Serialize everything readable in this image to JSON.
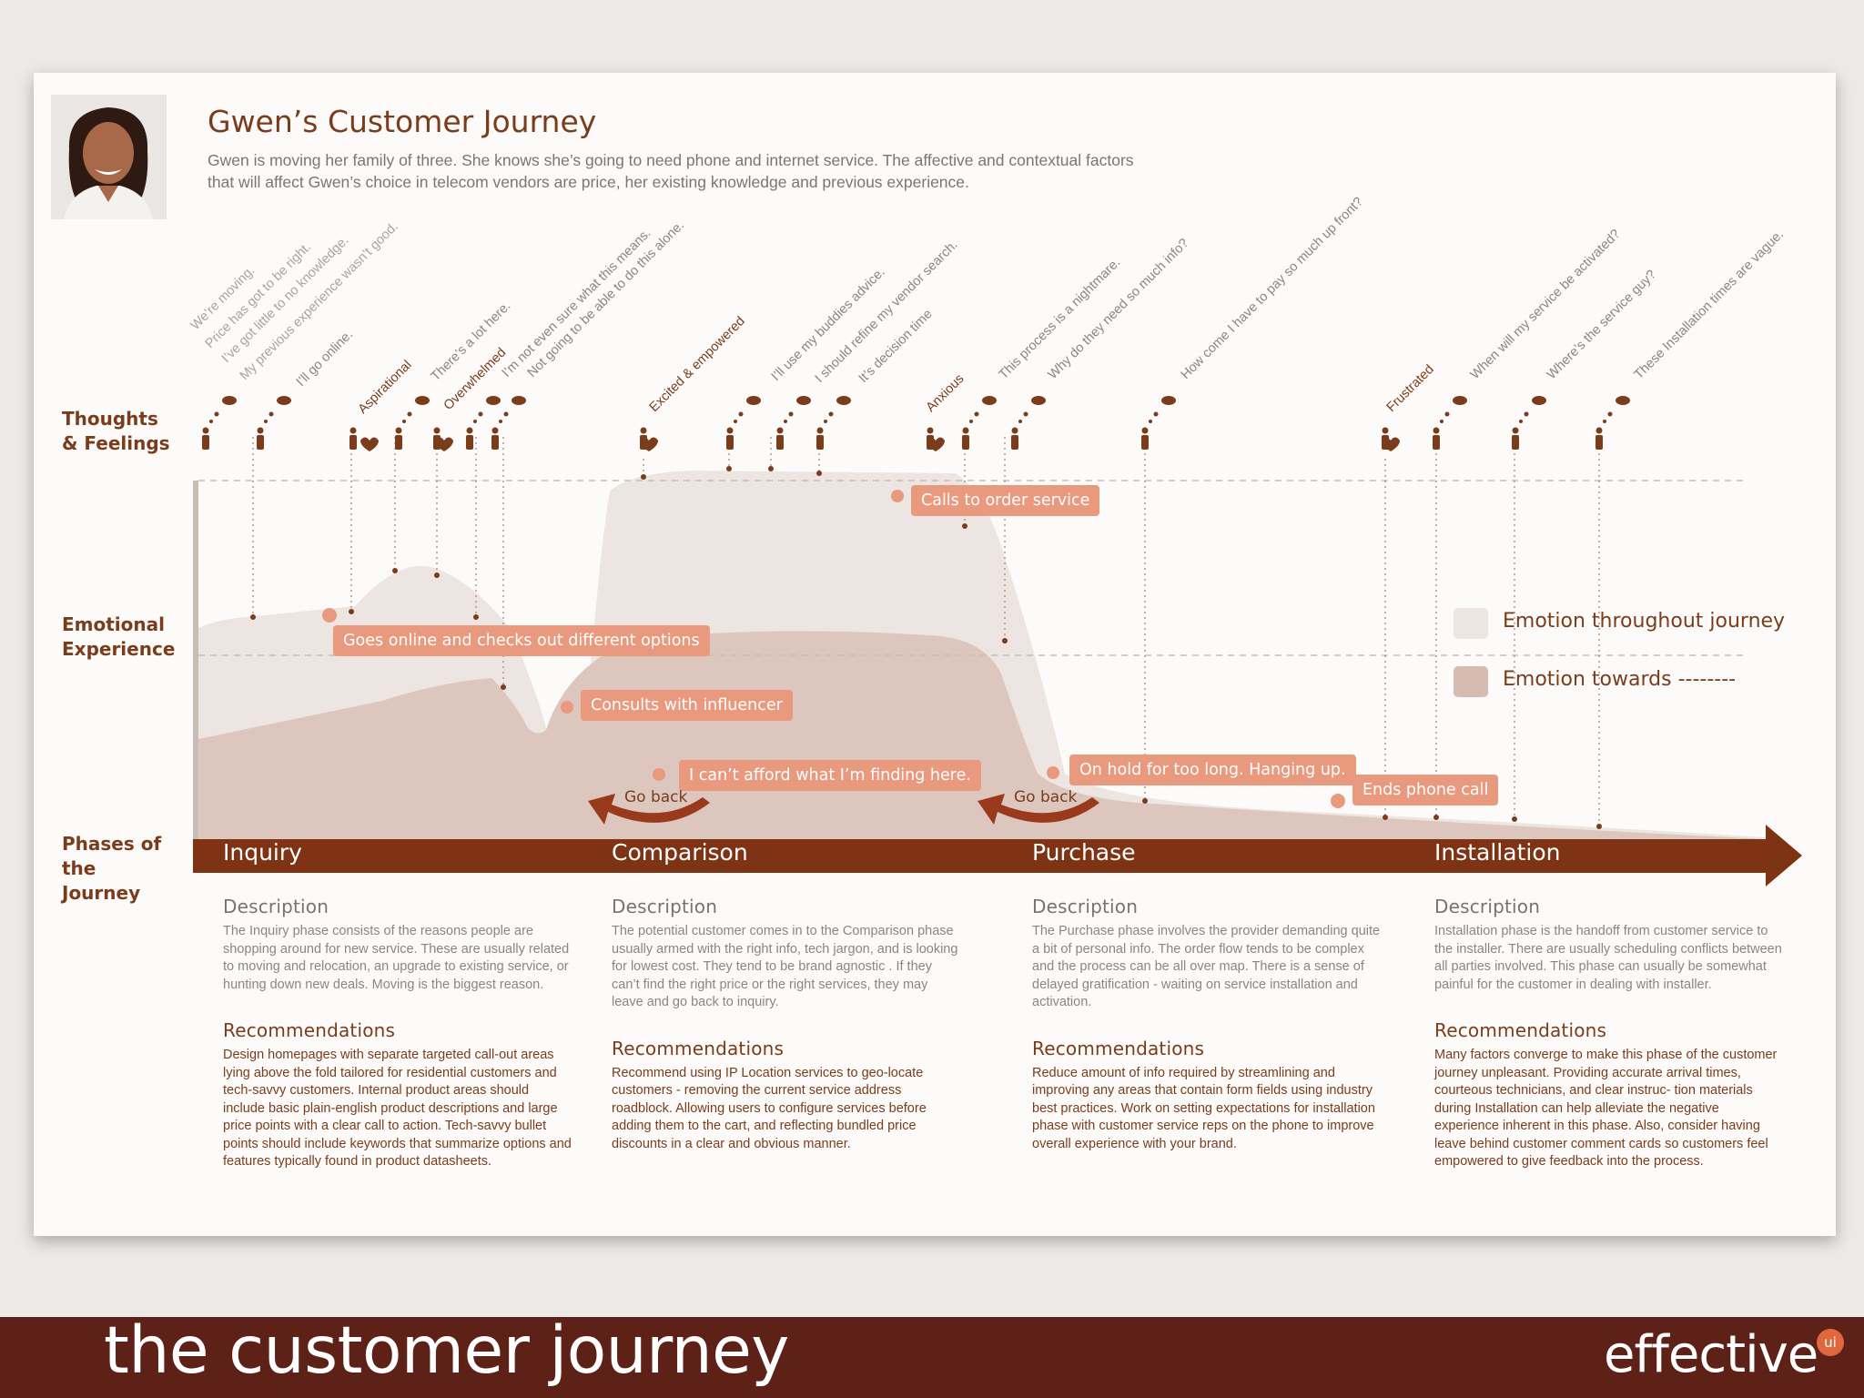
{
  "header": {
    "title": "Gwen’s Customer Journey",
    "subtitle": "Gwen is moving her family of three. She knows she’s going to need phone and internet service. The affective and contextual factors that will affect Gwen’s choice in telecom vendors are price, her existing knowledge and previous experience."
  },
  "row_labels": {
    "thoughts": "Thoughts & Feelings",
    "emotional": "Emotional Experience",
    "phases": "Phases of the Journey"
  },
  "thoughts": [
    {
      "text": "We’re moving.",
      "kind": "dim"
    },
    {
      "text": "Price has got to be right.",
      "kind": "dim"
    },
    {
      "text": "I’ve got little to no knowledge.",
      "kind": "dim"
    },
    {
      "text": "My previous experience wasn’t good.",
      "kind": "dim"
    },
    {
      "text": "I’ll go online.",
      "kind": "thought"
    },
    {
      "text": "Aspirational",
      "kind": "feel"
    },
    {
      "text": "There’s a lot here.",
      "kind": "thought"
    },
    {
      "text": "Overwhelmed",
      "kind": "feel"
    },
    {
      "text": "I’m not even sure what this means.",
      "kind": "thought"
    },
    {
      "text": "Not going to be able to do this alone.",
      "kind": "thought"
    },
    {
      "text": "Excited & empowered",
      "kind": "feel"
    },
    {
      "text": "I’ll use my buddies advice.",
      "kind": "thought"
    },
    {
      "text": "I should refine my vendor search.",
      "kind": "thought"
    },
    {
      "text": "It’s decision time",
      "kind": "thought"
    },
    {
      "text": "Anxious",
      "kind": "feel"
    },
    {
      "text": "This process is a nightmare.",
      "kind": "thought"
    },
    {
      "text": "Why do they need so much info?",
      "kind": "thought"
    },
    {
      "text": "How come I have to pay so much up front?",
      "kind": "thought"
    },
    {
      "text": "Frustrated",
      "kind": "feel"
    },
    {
      "text": "When will my service be activated?",
      "kind": "thought"
    },
    {
      "text": "Where’s the service guy?",
      "kind": "thought"
    },
    {
      "text": "These Installation times are vague.",
      "kind": "thought"
    }
  ],
  "callouts": [
    "Goes online and checks out different options",
    "Consults with influencer",
    "I can’t afford what I’m finding here.",
    "Calls to order service",
    "On hold for too long. Hanging up.",
    "Ends phone call"
  ],
  "go_back": [
    "Go back",
    "Go back"
  ],
  "legend": [
    {
      "label": "Emotion throughout journey",
      "color": "#ede5e1"
    },
    {
      "label": "Emotion towards --------",
      "color": "#d6bbb1"
    }
  ],
  "phases": [
    {
      "name": "Inquiry",
      "description_heading": "Description",
      "description": "The Inquiry phase consists of the reasons people are shopping around for new service. These are usually related to moving and relocation, an upgrade to existing service, or hunting down new deals. Moving is the biggest reason.",
      "recommendations_heading": "Recommendations",
      "recommendations": "Design homepages with separate targeted call-out areas lying above the fold tailored for residential customers and tech-savvy customers. Internal product areas should include basic plain-english product descriptions and large price points with a clear call to action. Tech-savvy bullet points should include keywords that summarize options and features typically found in product datasheets."
    },
    {
      "name": "Comparison",
      "description_heading": "Description",
      "description": "The potential customer comes in to the Comparison phase usually armed with the right info, tech jargon, and is looking for lowest cost. They tend to be brand agnostic . If they can’t find the right price or the right services, they may leave and go back to inquiry.",
      "recommendations_heading": "Recommendations",
      "recommendations": "Recommend using IP Location services to geo-locate customers - removing the current service address roadblock. Allowing users to configure services before adding them to the cart, and reflecting bundled price discounts in a clear and obvious manner."
    },
    {
      "name": "Purchase",
      "description_heading": "Description",
      "description": "The Purchase phase involves the provider demanding quite a bit of personal info. The order flow tends to be complex and the process can be all over map. There is a sense of delayed gratification - waiting on service installation and activation.",
      "recommendations_heading": "Recommendations",
      "recommendations": "Reduce amount of info required by streamlining and improving any areas that contain form fields using industry best practices. Work on setting expectations for installation phase with customer service reps on the phone to improve overall experience with your brand."
    },
    {
      "name": "Installation",
      "description_heading": "Description",
      "description": "Installation phase is the handoff from customer service to the installer. There are usually scheduling conflicts between all parties involved. This phase can usually be somewhat painful for the customer in dealing with installer.",
      "recommendations_heading": "Recommendations",
      "recommendations": "Many factors converge to make this phase of the customer journey unpleasant. Providing accurate arrival times, courteous technicians, and clear instruc- tion materials during Installation can help alleviate the negative experience inherent in this phase. Also, consider having leave behind customer comment cards so customers feel empowered to give feedback into the process."
    }
  ],
  "footer": {
    "title": "the customer journey",
    "brand": "effective",
    "brand_badge": "ui"
  },
  "colors": {
    "brown": "#7a3c1a",
    "callout": "#e9997d",
    "footer": "#5e2117",
    "phase_bar": "#7e3414"
  }
}
